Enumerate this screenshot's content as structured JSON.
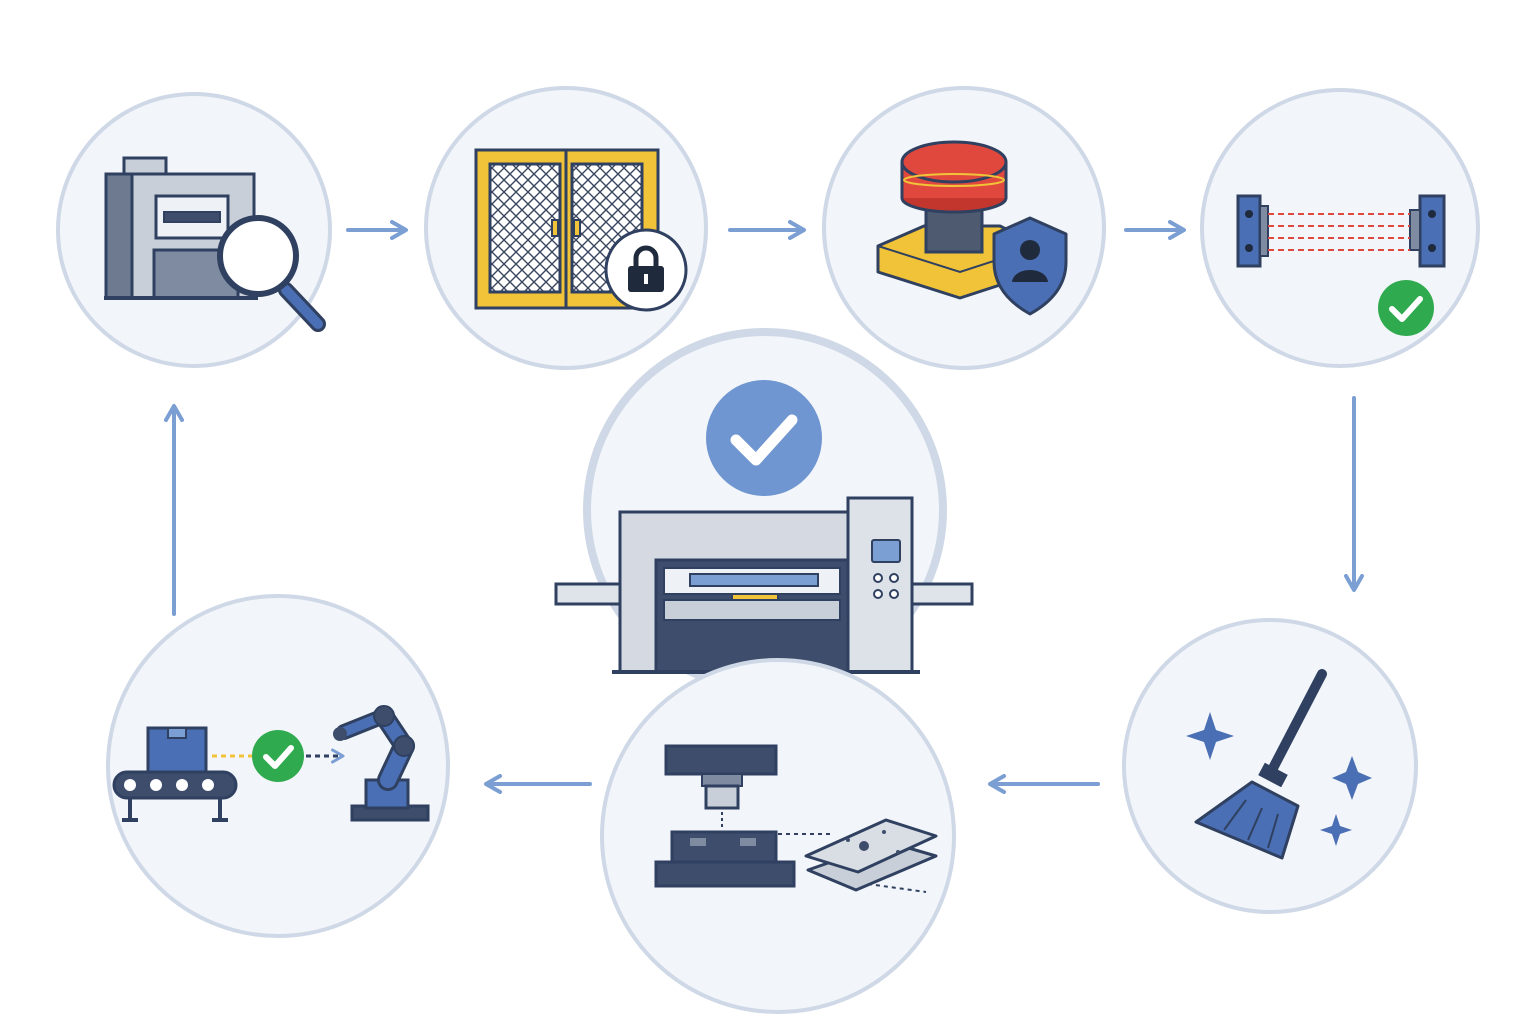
{
  "diagram": {
    "type": "process-cycle",
    "center": {
      "id": "press-ready",
      "icon": "press-machine-ready-icon",
      "badge": "check-badge-icon"
    },
    "steps": [
      {
        "order": 1,
        "id": "inspect-press",
        "icons": [
          "press-machine-icon",
          "magnifier-icon"
        ]
      },
      {
        "order": 2,
        "id": "lock-guard",
        "icons": [
          "guard-door-icon",
          "padlock-icon"
        ]
      },
      {
        "order": 3,
        "id": "emergency-stop",
        "icons": [
          "emergency-stop-button-icon",
          "operator-shield-icon"
        ]
      },
      {
        "order": 4,
        "id": "light-curtain-test",
        "icons": [
          "light-curtain-sensor-icon",
          "check-badge-icon"
        ]
      },
      {
        "order": 5,
        "id": "clean-area",
        "icons": [
          "broom-icon",
          "sparkle-icon"
        ]
      },
      {
        "order": 6,
        "id": "die-and-sheet-setup",
        "icons": [
          "press-die-icon",
          "metal-sheet-icon"
        ]
      },
      {
        "order": 7,
        "id": "automated-feed",
        "icons": [
          "conveyor-icon",
          "check-badge-icon",
          "robot-arm-icon"
        ]
      }
    ],
    "flow": [
      "inspect-press",
      "lock-guard",
      "emergency-stop",
      "light-curtain-test",
      "clean-area",
      "die-and-sheet-setup",
      "automated-feed",
      "inspect-press"
    ]
  },
  "colors": {
    "circle_fill": "#f2f5f9",
    "circle_stroke": "#cfd8e6",
    "arrow": "#7b9ed3",
    "navy": "#2f4060",
    "blue": "#4a6fb5",
    "yellow": "#f1c338",
    "red": "#e0483e",
    "green": "#2faa4f",
    "machine_gray": "#c9cfd8"
  }
}
